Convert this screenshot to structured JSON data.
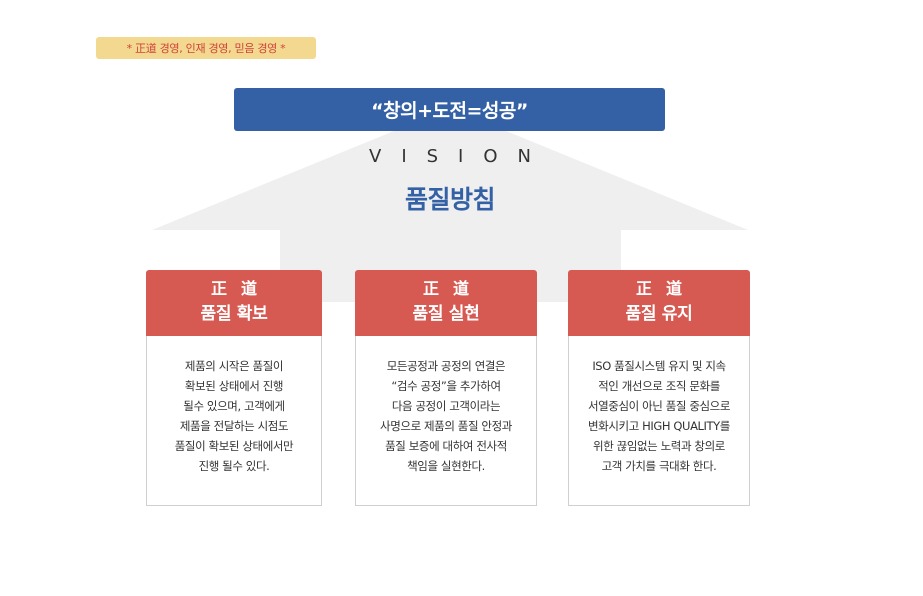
{
  "badge": "* 正道 경영, 인재 경영, 믿음 경영 *",
  "slogan": "“창의+도전=성공”",
  "vision_label": "VISION",
  "policy_title": "품질방침",
  "colors": {
    "blue": "#3461a6",
    "red": "#d65a52",
    "badge_bg": "#f3d990",
    "arrow_gray": "#efefef"
  },
  "cards": [
    {
      "tag": "正道",
      "title": "품질 확보",
      "body": "제품의 시작은 품질이\n확보된 상태에서 진행\n될수 있으며, 고객에게\n제품을 전달하는 시점도\n품질이 확보된 상태에서만\n진행 될수 있다."
    },
    {
      "tag": "正道",
      "title": "품질 실현",
      "body": "모든공정과 공정의 연결은\n“검수 공정”을 추가하여\n다음 공정이 고객이라는\n사명으로 제품의 품질 안정과\n품질 보증에 대하여 전사적\n책임을 실현한다."
    },
    {
      "tag": "正道",
      "title": "품질 유지",
      "body": "ISO 품질시스템 유지 및 지속\n적인 개선으로 조직 문화를\n서열중심이 아닌 품질 중심으로\n변화시키고 HIGH QUALITY를\n위한 끊임없는 노력과 창의로\n고객 가치를 극대화 한다."
    }
  ]
}
